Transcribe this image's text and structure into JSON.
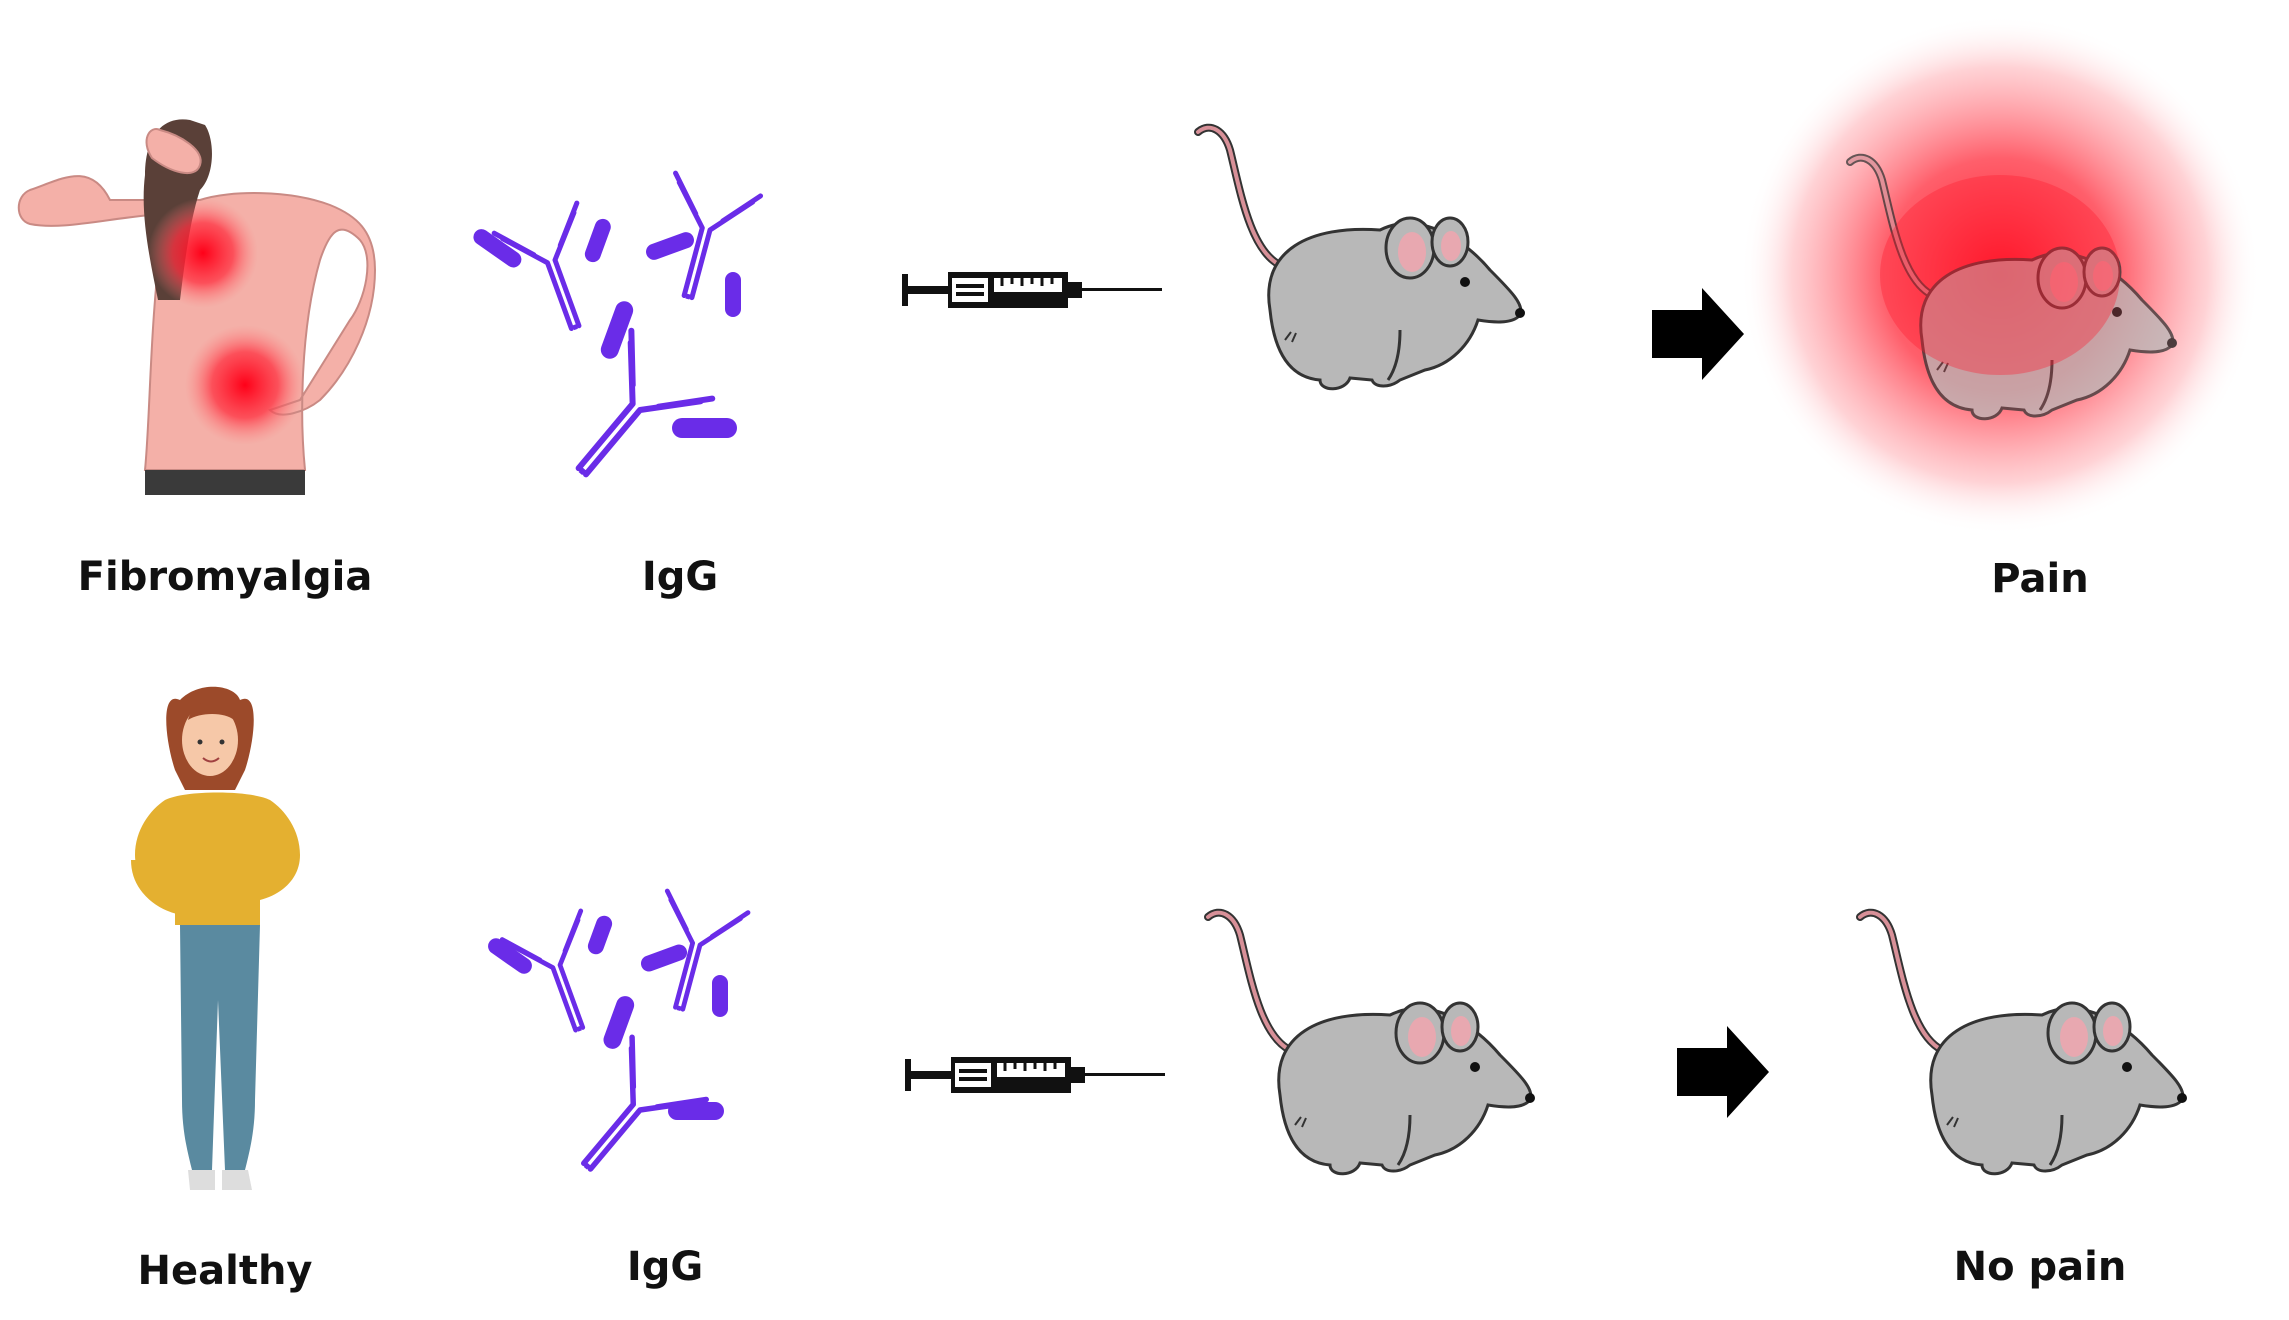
{
  "rows": [
    {
      "source_label": "Fibromyalgia",
      "antibody_label": "IgG",
      "outcome_label": "Pain"
    },
    {
      "source_label": "Healthy",
      "antibody_label": "IgG",
      "outcome_label": "No pain"
    }
  ],
  "colors": {
    "antibody": "#6a2ce8",
    "mouse_body": "#b8b8b8",
    "mouse_outline": "#333333",
    "mouse_ear": "#e8a8b0",
    "mouse_tail": "#d89098",
    "pain_glow": "#ff1a2e",
    "skin_pain": "#f4b0a8",
    "sweater": "#e4b030",
    "jeans": "#5a8aa0",
    "hair": "#9c4a2a",
    "arrow": "#000000"
  }
}
